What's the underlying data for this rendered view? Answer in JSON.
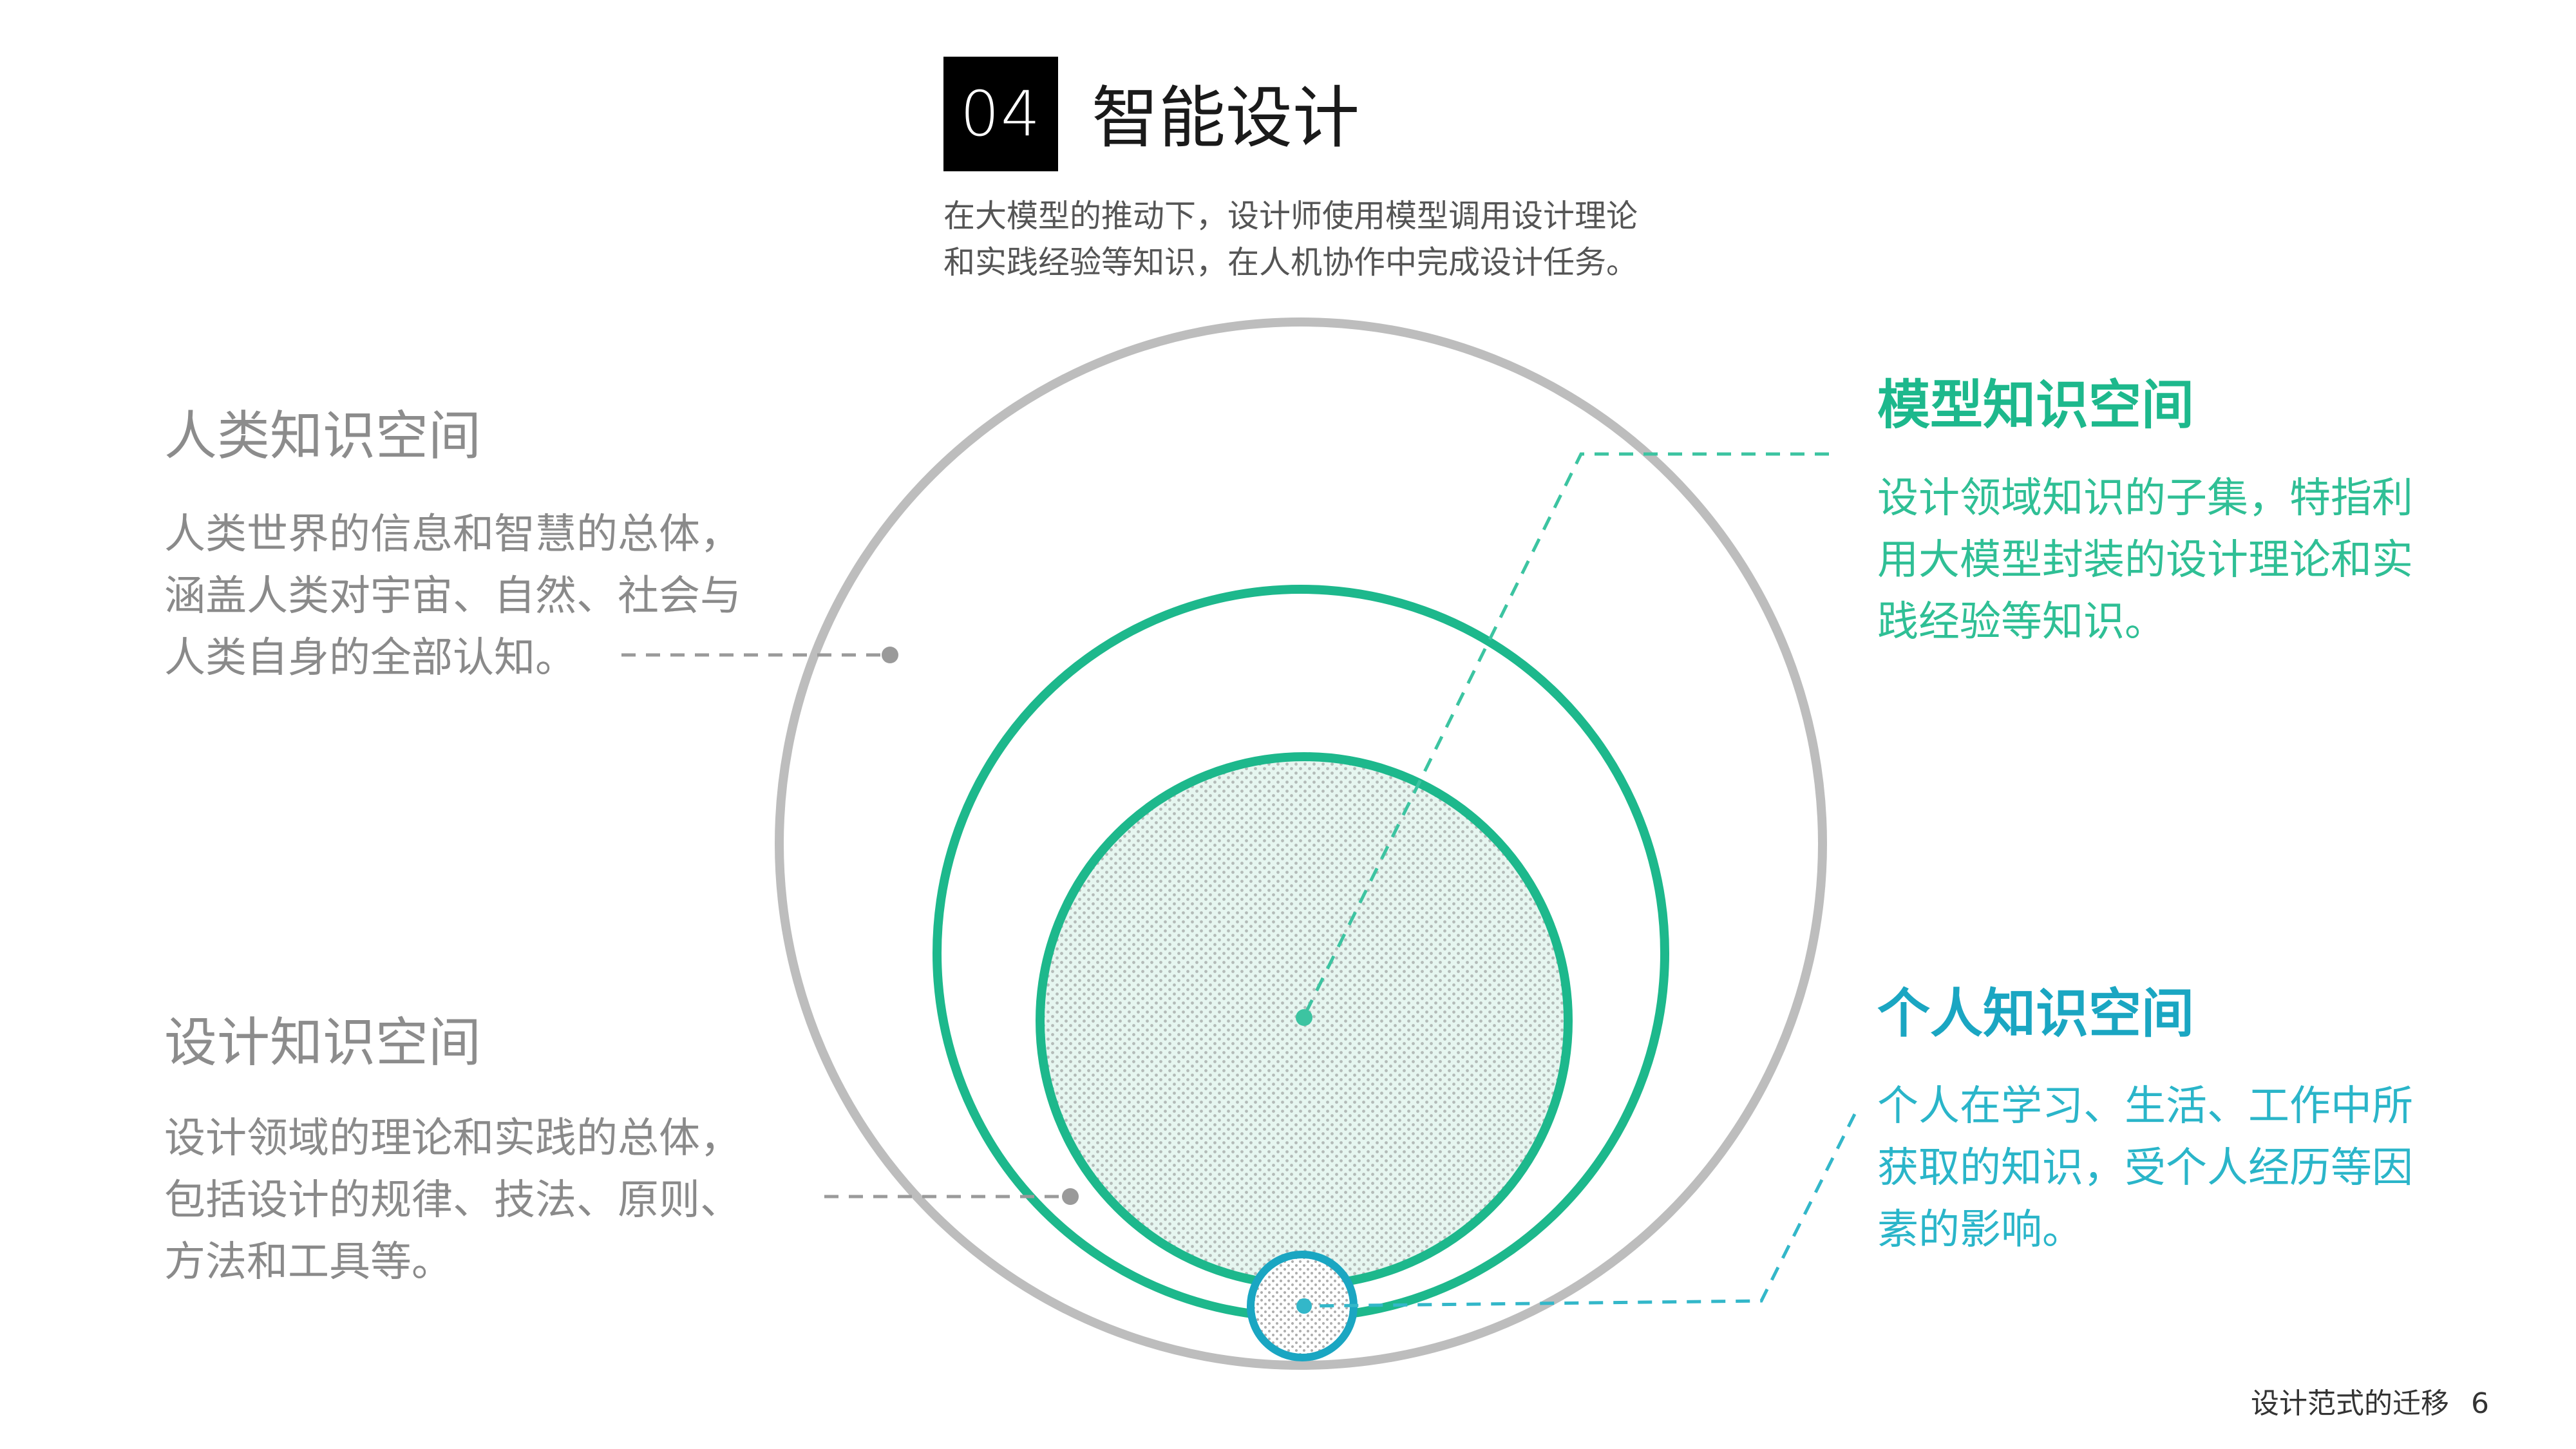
{
  "header": {
    "badge": "04",
    "title": "智能设计",
    "subtitle_lines": [
      "在大模型的推动下，设计师使用模型调用设计理论",
      "和实践经验等知识，在人机协作中完成设计任务。"
    ]
  },
  "labels": {
    "human": {
      "title": "人类知识空间",
      "lines": [
        "人类世界的信息和智慧的总体，",
        "涵盖人类对宇宙、自然、社会与",
        "人类自身的全部认知。"
      ]
    },
    "design": {
      "title": "设计知识空间",
      "lines": [
        "设计领域的理论和实践的总体，",
        "包括设计的规律、技法、原则、",
        "方法和工具等。"
      ]
    },
    "model": {
      "title": "模型知识空间",
      "lines": [
        "设计领域知识的子集，特指利",
        "用大模型封装的设计理论和实",
        "践经验等知识。"
      ]
    },
    "personal": {
      "title": "个人知识空间",
      "lines": [
        "个人在学习、生活、工作中所",
        "获取的知识，受个人经历等因",
        "素的影响。"
      ]
    }
  },
  "footer": {
    "text": "设计范式的迁移",
    "page": "6"
  },
  "colors": {
    "human_ring": "#bdbdbd",
    "design_ring": "#1db88c",
    "model_ring": "#1db88c",
    "personal_ring": "#1aa6c2",
    "gray_text": "#8a8a8a",
    "green_text": "#1db88c",
    "teal_text": "#1aa6c2"
  }
}
